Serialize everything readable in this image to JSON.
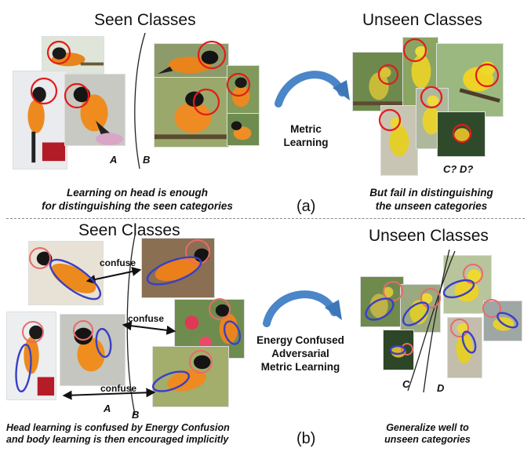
{
  "panel_a": {
    "seen_title": "Seen Classes",
    "unseen_title": "Unseen Classes",
    "method_line1": "Metric",
    "method_line2": "Learning",
    "seen_caption_line1": "Learning on head is enough",
    "seen_caption_line2": "for distinguishing the seen categories",
    "unseen_caption_line1": "But fail in distinguishing",
    "unseen_caption_line2": "the unseen categories",
    "label": "(a)",
    "letter_a": "A",
    "letter_b": "B",
    "letter_cd": "C? D?"
  },
  "panel_b": {
    "seen_title": "Seen Classes",
    "unseen_title": "Unseen Classes",
    "method_line1": "Energy Confused",
    "method_line2": "Adversarial",
    "method_line3": "Metric Learning",
    "confuse_1": "confuse",
    "confuse_2": "confuse",
    "confuse_3": "confuse",
    "seen_caption_line1": "Head learning is confused by Energy Confusion",
    "seen_caption_line2": "and body learning is then encouraged implicitly",
    "unseen_caption_line1": "Generalize well to",
    "unseen_caption_line2": "unseen categories",
    "label": "(b)",
    "letter_a": "A",
    "letter_b": "B",
    "letter_c": "C",
    "letter_d": "D"
  },
  "colors": {
    "head_circle": "#e31b1b",
    "body_ellipse": "#3b3fc4",
    "process_arrow": "#4a86c8",
    "oriole_orange": "#f0861a",
    "warbler_yellow": "#e8d21e"
  }
}
